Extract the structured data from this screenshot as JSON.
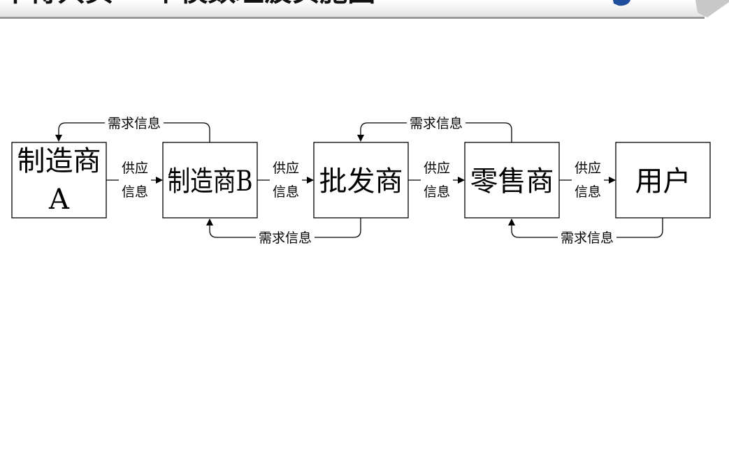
{
  "header": {
    "title_cropped": "不得共买·一个模数理波实施图"
  },
  "colors": {
    "logo_blue": "#1f4e9c",
    "line": "#000000",
    "box_border": "#000000"
  },
  "diagram": {
    "nodes": [
      {
        "id": "mfr_a",
        "lines": [
          "制造商",
          "A"
        ]
      },
      {
        "id": "mfr_b",
        "lines": [
          "制造商B"
        ]
      },
      {
        "id": "wholesaler",
        "lines": [
          "批发商"
        ]
      },
      {
        "id": "retailer",
        "lines": [
          "零售商"
        ]
      },
      {
        "id": "user",
        "lines": [
          "用户"
        ]
      }
    ],
    "supply_label": [
      "供应",
      "信息"
    ],
    "demand_label": "需求信息"
  }
}
